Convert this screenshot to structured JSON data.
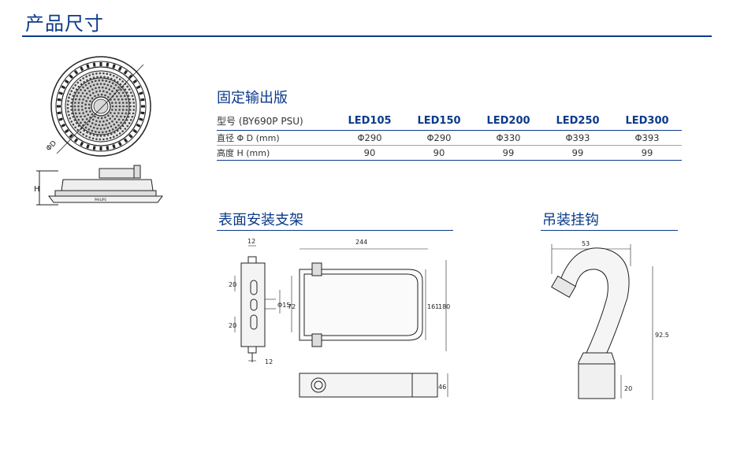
{
  "page_title": "产品尺寸",
  "fixed_output": {
    "title": "固定输出版",
    "header_label": "型号 (BY690P PSU)",
    "models": [
      "LED105",
      "LED150",
      "LED200",
      "LED250",
      "LED300"
    ],
    "rows": [
      {
        "label": "直径 Φ D (mm)",
        "values": [
          "Φ290",
          "Φ290",
          "Φ330",
          "Φ393",
          "Φ393"
        ]
      },
      {
        "label": "高度 H (mm)",
        "values": [
          "90",
          "90",
          "99",
          "99",
          "99"
        ]
      }
    ]
  },
  "lamp_drawing": {
    "diameter_label": "ΦD",
    "height_label": "H",
    "brand_mark": "PHILIPS"
  },
  "surface_bracket": {
    "title": "表面安装支架",
    "dims": {
      "top_width": "12",
      "bottom_width": "12",
      "slot_upper": "20",
      "slot_lower": "20",
      "hole": "Φ15",
      "center": "72",
      "length": "244",
      "inner": "161",
      "outer": "180",
      "depth": "46"
    }
  },
  "hook": {
    "title": "吊装挂钩",
    "dims": {
      "width": "53",
      "height": "92.5",
      "base": "20"
    }
  }
}
